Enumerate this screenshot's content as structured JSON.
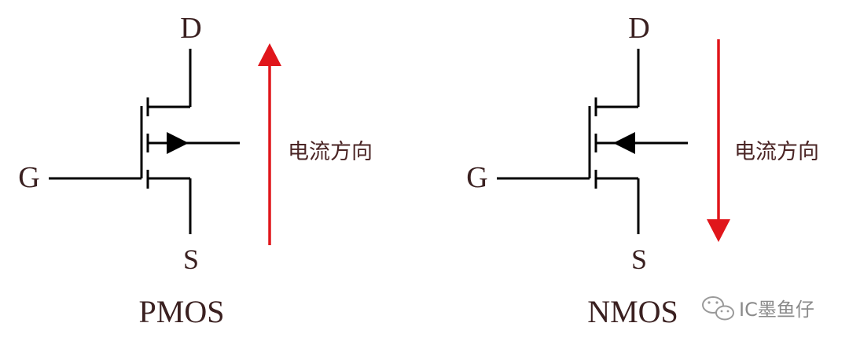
{
  "pmos": {
    "drain": "D",
    "gate": "G",
    "source": "S",
    "name": "PMOS",
    "current_label": "电流方向",
    "current_direction": "up"
  },
  "nmos": {
    "drain": "D",
    "gate": "G",
    "source": "S",
    "name": "NMOS",
    "current_label": "电流方向",
    "current_direction": "down"
  },
  "watermark": {
    "text": "IC墨鱼仔",
    "icon": "wechat-icon"
  },
  "colors": {
    "wire": "#000000",
    "arrow": "#e0161b",
    "text": "#3a2020"
  }
}
